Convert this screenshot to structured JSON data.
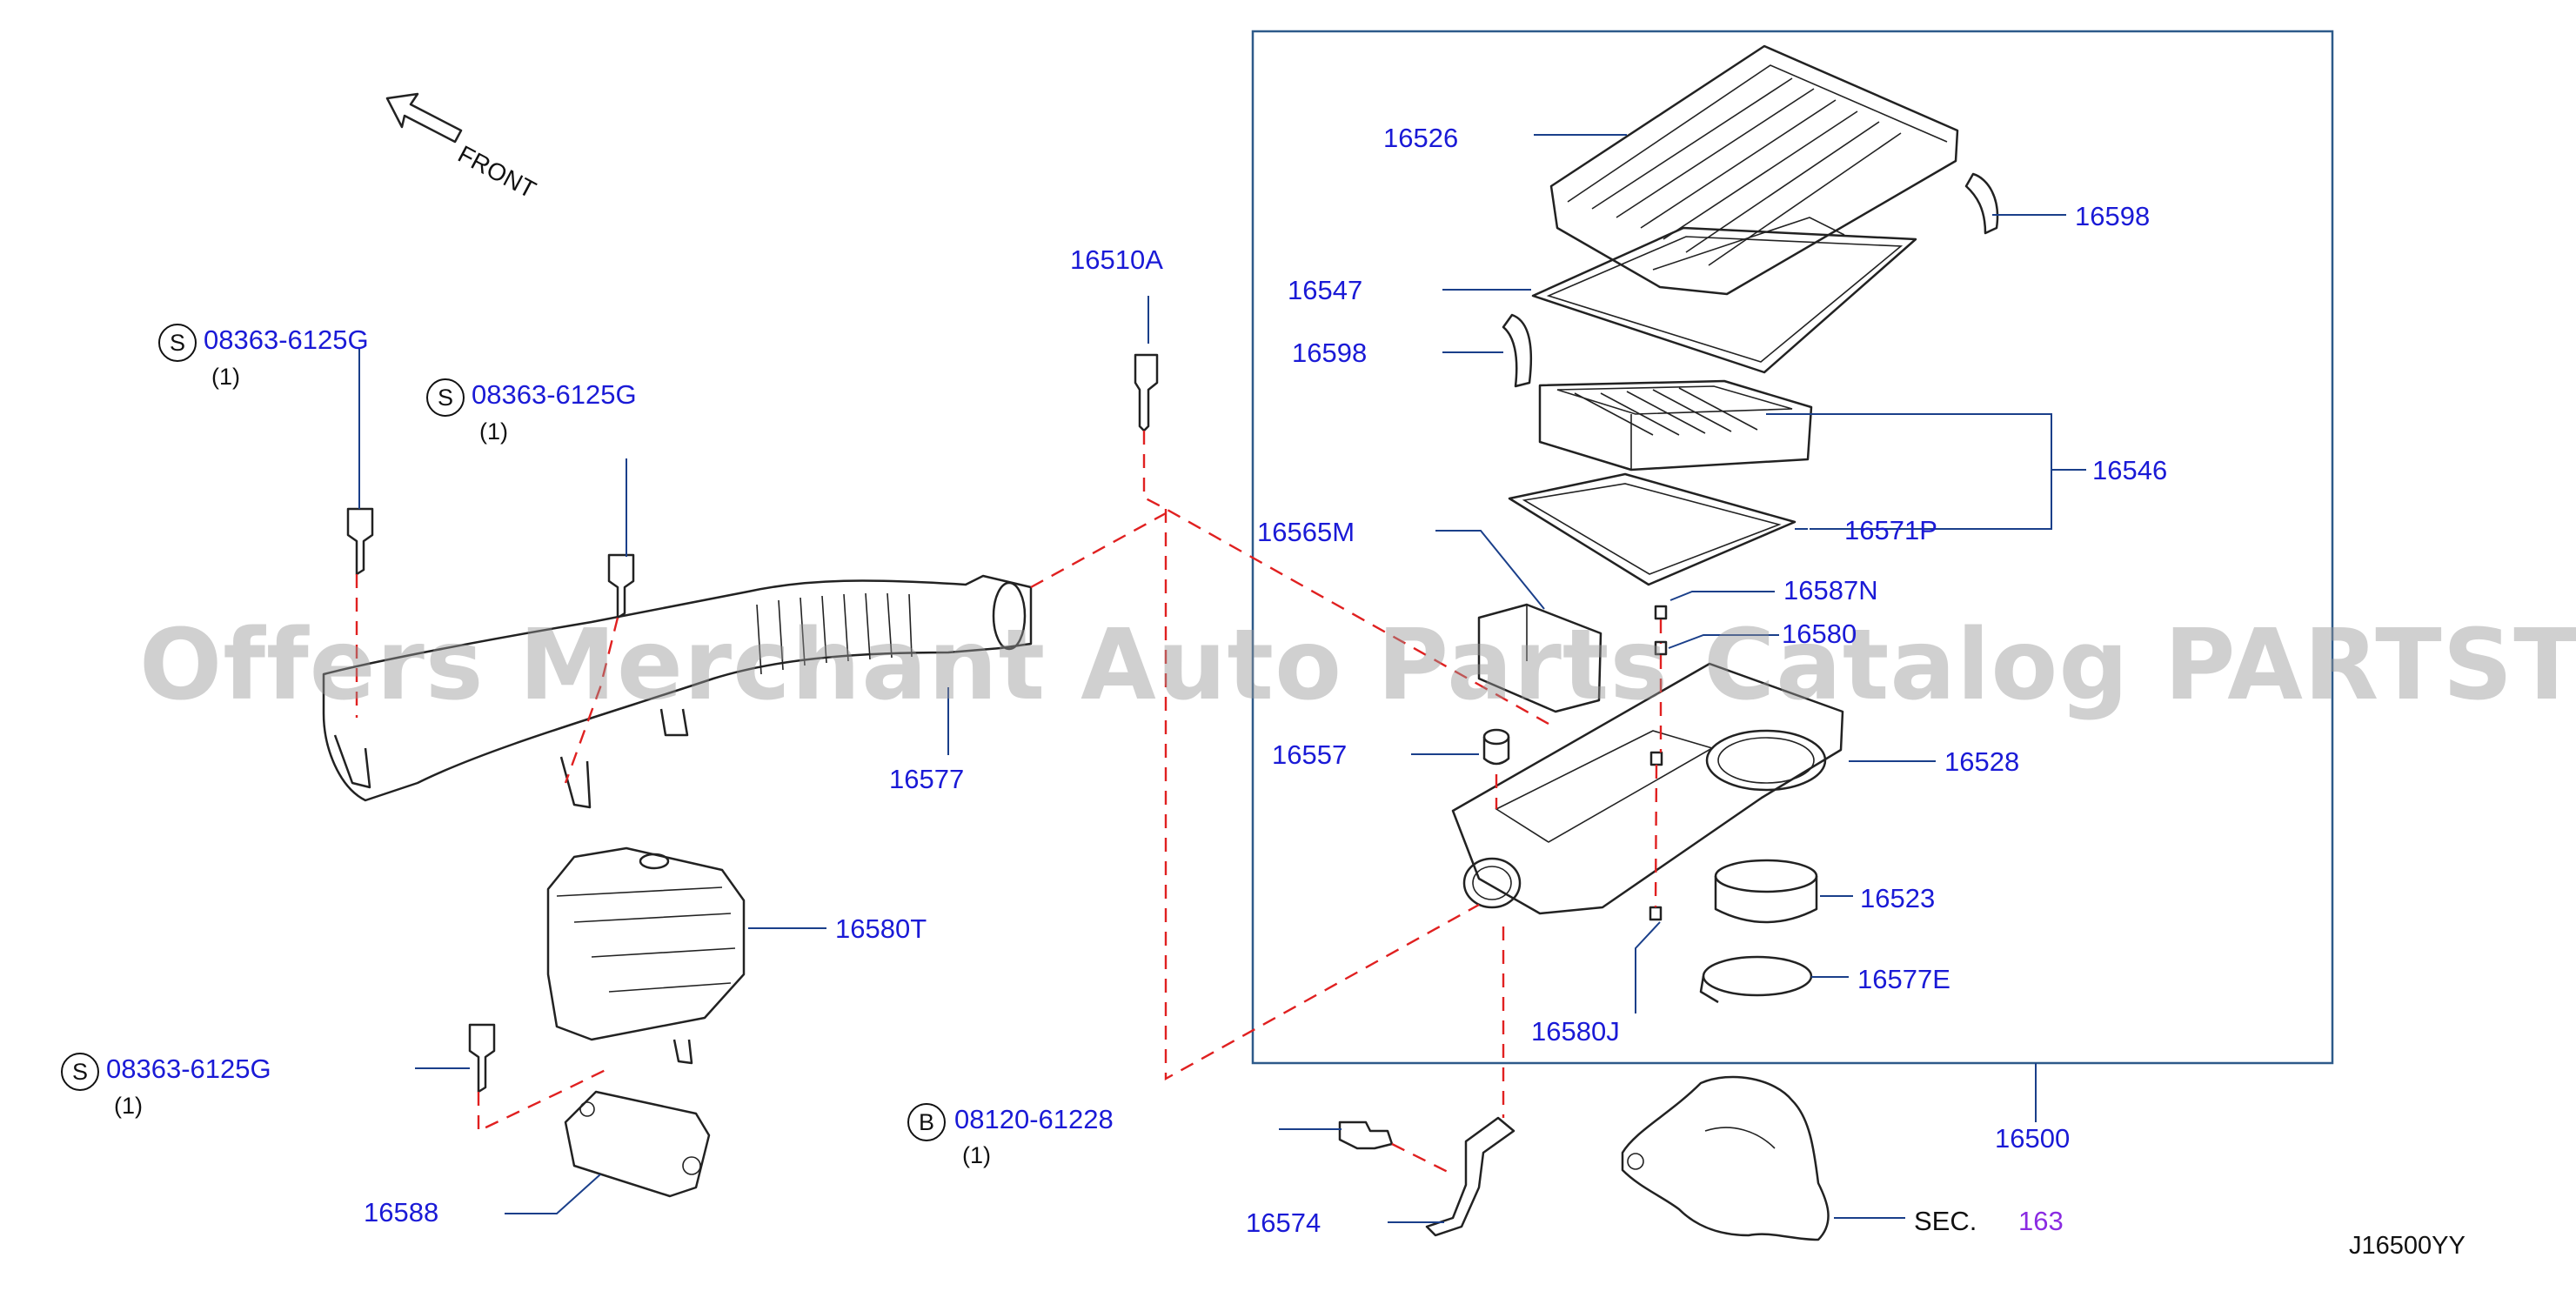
{
  "watermark": "Offers Merchant Auto Parts Catalog PARTSTORE.SA",
  "front_label": "FRONT",
  "diagram_code": "J16500YY",
  "sec_label": "SEC.",
  "sec_number": "163",
  "colors": {
    "label": "#1a1ad6",
    "leader": "#1a3f8a",
    "dashed": "#e02020",
    "sec_number": "#8a2be2"
  },
  "fasteners": [
    {
      "symbol": "S",
      "part": "08363-6125G",
      "qty": "(1)"
    },
    {
      "symbol": "S",
      "part": "08363-6125G",
      "qty": "(1)"
    },
    {
      "symbol": "S",
      "part": "08363-6125G",
      "qty": "(1)"
    },
    {
      "symbol": "B",
      "part": "08120-61228",
      "qty": "(1)"
    }
  ],
  "labels": {
    "p16510A": "16510A",
    "p16526": "16526",
    "p16598a": "16598",
    "p16547": "16547",
    "p16598b": "16598",
    "p16546": "16546",
    "p16571P": "16571P",
    "p16565M": "16565M",
    "p16587N": "16587N",
    "p16580": "16580",
    "p16557": "16557",
    "p16528": "16528",
    "p16577": "16577",
    "p16523": "16523",
    "p16580T": "16580T",
    "p16577E": "16577E",
    "p16580J": "16580J",
    "p16500": "16500",
    "p16588": "16588",
    "p16574": "16574"
  }
}
